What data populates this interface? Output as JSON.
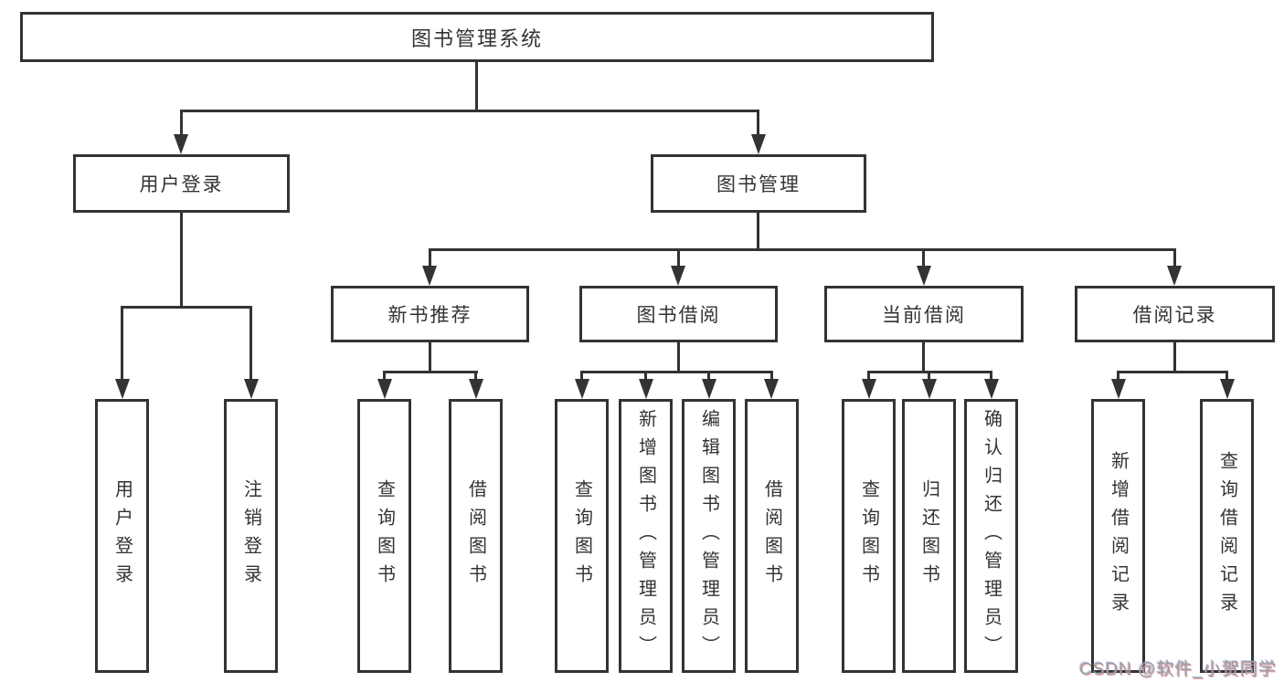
{
  "diagram": {
    "root": {
      "label": "图书管理系统"
    },
    "level2": [
      {
        "label": "用户登录"
      },
      {
        "label": "图书管理"
      }
    ],
    "level3": [
      {
        "label": "新书推荐"
      },
      {
        "label": "图书借阅"
      },
      {
        "label": "当前借阅"
      },
      {
        "label": "借阅记录"
      }
    ],
    "leaves": [
      {
        "label": "用户登录",
        "parent": "用户登录"
      },
      {
        "label": "注销登录",
        "parent": "用户登录"
      },
      {
        "label": "查询图书",
        "parent": "新书推荐"
      },
      {
        "label": "借阅图书",
        "parent": "新书推荐"
      },
      {
        "label": "查询图书",
        "parent": "图书借阅"
      },
      {
        "label": "新增图书（管理员）",
        "parent": "图书借阅"
      },
      {
        "label": "编辑图书（管理员）",
        "parent": "图书借阅"
      },
      {
        "label": "借阅图书",
        "parent": "图书借阅"
      },
      {
        "label": "查询图书",
        "parent": "当前借阅"
      },
      {
        "label": "归还图书",
        "parent": "当前借阅"
      },
      {
        "label": "确认归还（管理员）",
        "parent": "当前借阅"
      },
      {
        "label": "新增借阅记录",
        "parent": "借阅记录"
      },
      {
        "label": "查询借阅记录",
        "parent": "借阅记录"
      }
    ]
  },
  "watermark": {
    "text": "CSDN @软件_小贺同学"
  },
  "colors": {
    "line": "#333333",
    "background": "#ffffff",
    "watermark": "#9f9f9f"
  }
}
